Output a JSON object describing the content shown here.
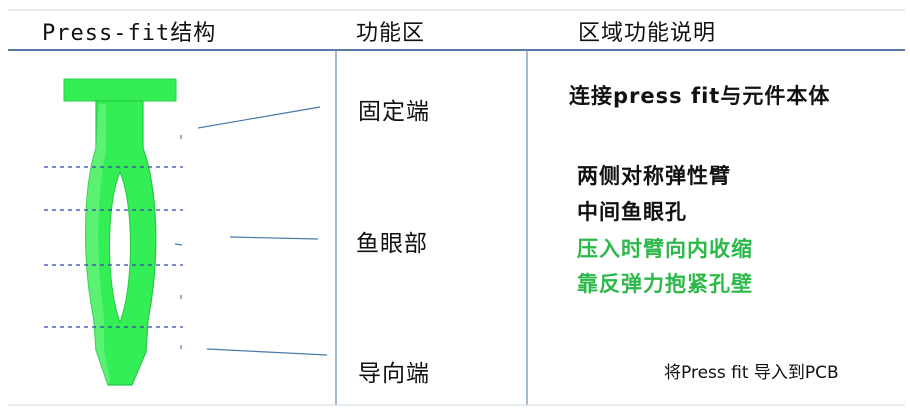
{
  "header": {
    "col1": "Press-fit结构",
    "col2": "功能区",
    "col3": "区域功能说明"
  },
  "zones": {
    "fixed": "固定端",
    "fisheye": "鱼眼部",
    "guide": "导向端"
  },
  "descriptions": {
    "fixed": "连接press fit与元件本体",
    "fisheye": [
      "两侧对称弹性臂",
      "中间鱼眼孔",
      "压入时臂向内收缩",
      "靠反弹力抱紧孔壁"
    ]
  },
  "note": "将Press fit 导入到PCB",
  "colors": {
    "pin_green": "#33ee55",
    "highlight_text": "#2db84a",
    "table_line": "#5b7ba8",
    "dash_line": "#3344aa",
    "leader_line": "#4a78a8"
  }
}
